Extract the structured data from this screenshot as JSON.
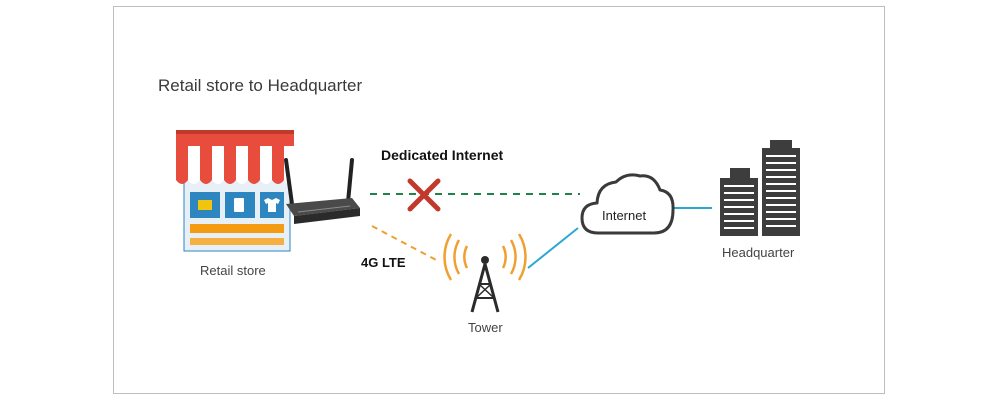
{
  "diagram": {
    "title": "Retail store to Headquarter",
    "nodes": {
      "retail_store": "Retail store",
      "tower": "Tower",
      "internet": "Internet",
      "headquarter": "Headquarter"
    },
    "links": {
      "dedicated_internet": "Dedicated Internet",
      "lte": "4G LTE"
    },
    "colors": {
      "awning_red": "#e74c3c",
      "awning_stripe": "#ffffff",
      "store_blue": "#2e86c1",
      "accent_orange": "#f39c12",
      "failed_link_green": "#1e8449",
      "lte_orange": "#f0a030",
      "wan_blue": "#2aa8d0",
      "cross_red": "#c0392b",
      "building_dark": "#3d3d3d"
    }
  }
}
